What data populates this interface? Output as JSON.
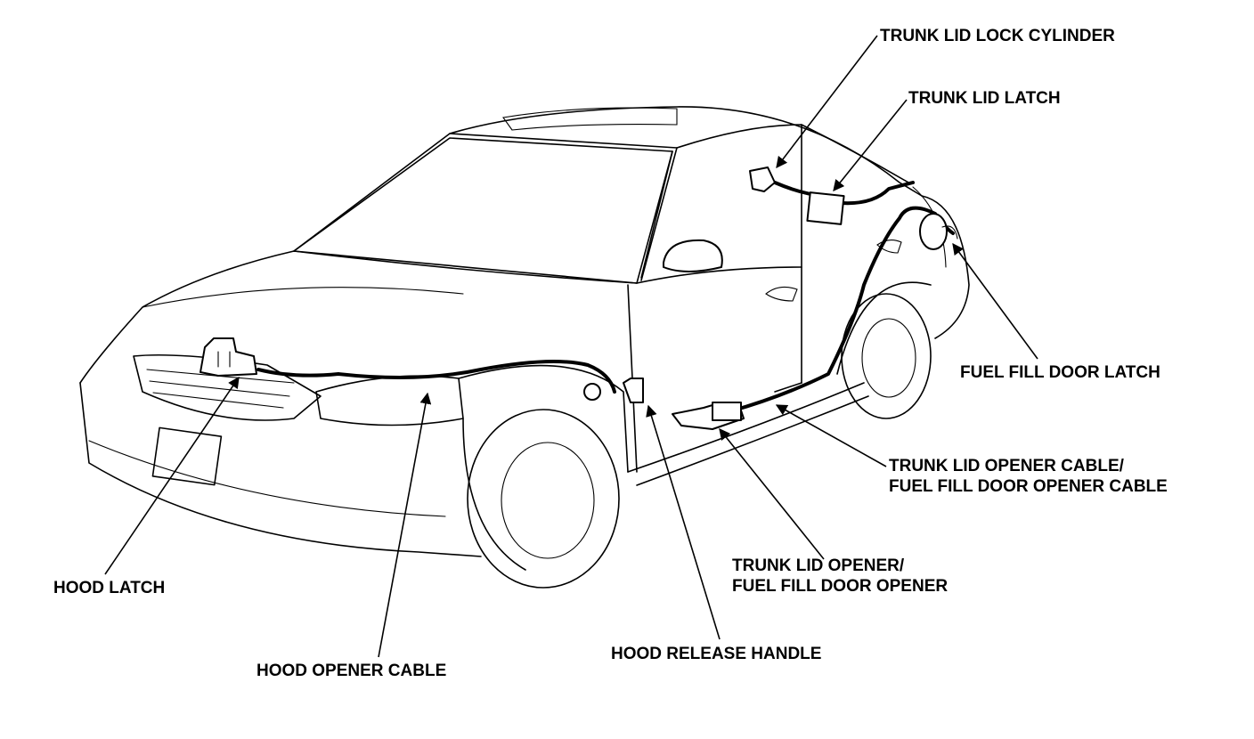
{
  "labels": {
    "trunk_lid_lock_cylinder": "TRUNK LID LOCK CYLINDER",
    "trunk_lid_latch": "TRUNK LID LATCH",
    "fuel_fill_door_latch": "FUEL FILL DOOR LATCH",
    "trunk_lid_opener_cable_line1": "TRUNK LID OPENER CABLE/",
    "trunk_lid_opener_cable_line2": "FUEL FILL DOOR OPENER CABLE",
    "trunk_lid_opener_line1": "TRUNK LID OPENER/",
    "trunk_lid_opener_line2": "FUEL FILL DOOR OPENER",
    "hood_release_handle": "HOOD RELEASE HANDLE",
    "hood_opener_cable": "HOOD OPENER CABLE",
    "hood_latch": "HOOD LATCH"
  },
  "colors": {
    "line": "#000000",
    "background": "#ffffff"
  }
}
